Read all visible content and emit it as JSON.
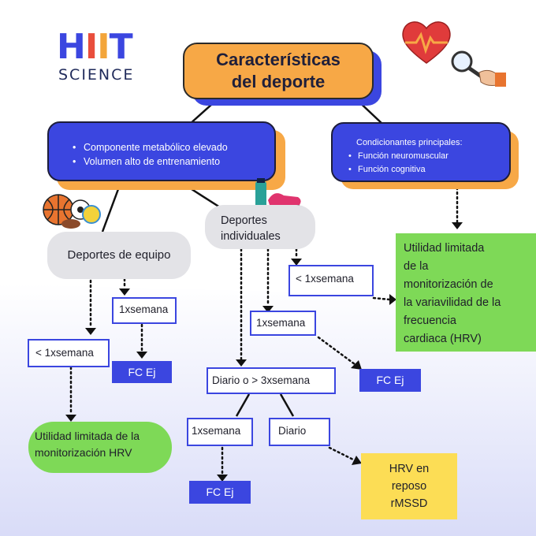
{
  "logo": {
    "h": "H",
    "i1": "I",
    "i2": "I",
    "t": "T",
    "subtitle": "SCIENCE"
  },
  "title": {
    "line1": "Características",
    "line2": "del deporte"
  },
  "left_box": {
    "items": [
      "Componente metabólico elevado",
      "Volumen alto de entrenamiento"
    ]
  },
  "right_box": {
    "header": "Condicionantes principales:",
    "items": [
      "Función neuromuscular",
      "Función cognitiva"
    ]
  },
  "team_sports": "Deportes de equipo",
  "individual_sports": {
    "line1": "Deportes",
    "line2": "individuales"
  },
  "nodes": {
    "team_1x": "1xsemana",
    "team_lt1": "< 1xsemana",
    "team_fc": "FC Ej",
    "team_result": {
      "line1": "Utilidad limitada de la",
      "line2": "monitorización  HRV"
    },
    "ind_lt1": "< 1xsemana",
    "ind_1x": "1xsemana",
    "ind_fc": "FC Ej",
    "ind_daily": "Diario o > 3xsemana",
    "daily_1x": "1xsemana",
    "daily_diario": "Diario",
    "daily_fc": "FC Ej",
    "hrv_box": {
      "line1": "HRV en",
      "line2": "reposo",
      "line3": "rMSSD"
    },
    "right_result": [
      "Utilidad limitada",
      "de la",
      "monitorización de",
      "la variavilidad de la",
      "frecuencia",
      "cardiaca (HRV)"
    ]
  },
  "colors": {
    "blue": "#3b46e0",
    "orange": "#f7a846",
    "green": "#7ed957",
    "yellow": "#fcdd55",
    "gray": "#e3e3e7"
  },
  "icons": [
    "heart-monitor-icon",
    "magnifier-hand-icon",
    "balls-icon",
    "bottle-shoes-icon"
  ]
}
